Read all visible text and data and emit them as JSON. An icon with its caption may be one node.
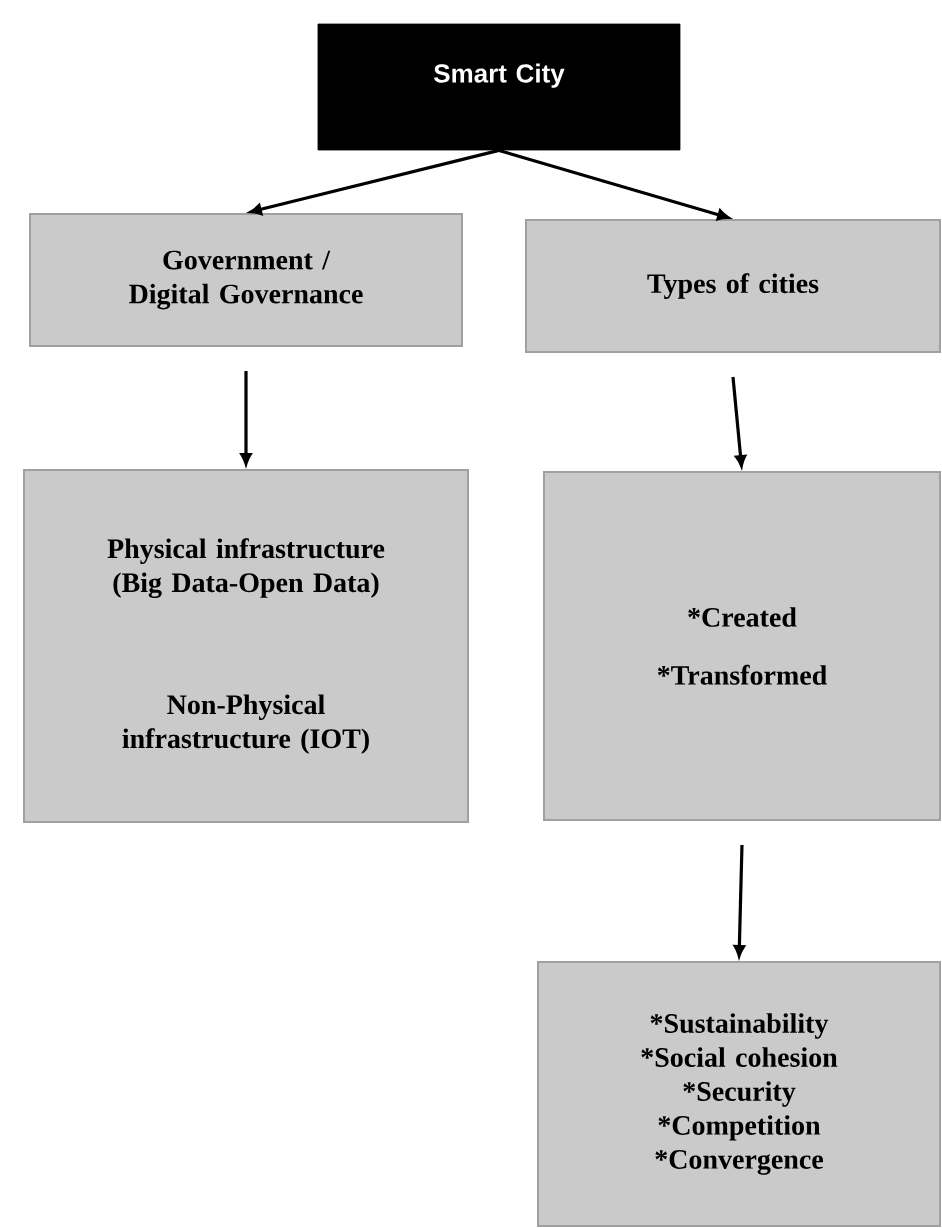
{
  "diagram": {
    "nodes": [
      {
        "text": [
          "Smart City"
        ]
      },
      {
        "text": [
          "Government / Digital Governance"
        ]
      },
      {
        "text": [
          "Types of cities"
        ]
      },
      {
        "text": [
          "Physical infrastructure (Big Data-Open Data)",
          "Non-Physical infrastructure (IOT)"
        ]
      },
      {
        "text": [
          "*Created",
          "*Transformed"
        ]
      },
      {
        "text": [
          "*Sustainability",
          "*Social cohesion",
          "*Security",
          "*Competition",
          "*Convergence"
        ]
      }
    ],
    "edges": [
      {
        "from": 0,
        "to": 1,
        "arrow": "to"
      },
      {
        "from": 0,
        "to": 2,
        "arrow": "to"
      },
      {
        "from": 1,
        "to": 3,
        "arrow": "to"
      },
      {
        "from": 2,
        "to": 4,
        "arrow": "to"
      },
      {
        "from": 4,
        "to": 5,
        "arrow": "to"
      }
    ]
  }
}
